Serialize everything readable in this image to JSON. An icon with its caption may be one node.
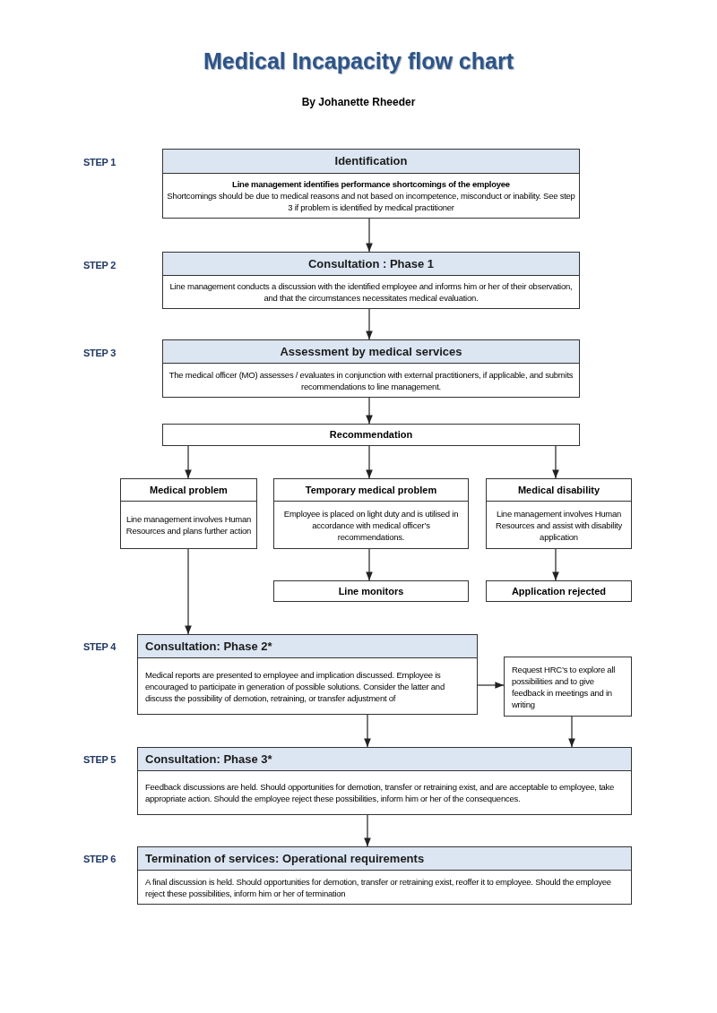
{
  "diagram": {
    "title": "Medical Incapacity flow chart",
    "nodes": [
      {
        "text": [
          "Identification",
          "Line management identifies performance shortcomings of the employee",
          "Shortcomings should be due to medical reasons and not based on incompetence, misconduct or inability.  See step 3 if problem is identified by medical practitioner"
        ]
      },
      {
        "text": [
          "Consultation : Phase 1",
          "Line management conducts a discussion with the identified employee and informs him or her of their observation, and that the circumstances necessitates medical evaluation."
        ]
      },
      {
        "text": [
          "Assessment  by medical services",
          "The medical officer (MO) assesses / evaluates in conjunction with external practitioners, if applicable, and submits recommendations to line management."
        ]
      },
      {
        "text": [
          "Recommendation"
        ]
      },
      {
        "text": [
          "Medical problem",
          "Line management involves Human Resources  and plans further action"
        ]
      },
      {
        "text": [
          "Temporary medical problem",
          "Employee is placed on light duty and is utilised in accordance with medical officer’s recommendations."
        ]
      },
      {
        "text": [
          "Medical disability",
          "Line management involves Human Resources and assist with disability application"
        ]
      },
      {
        "text": [
          "Line monitors"
        ]
      },
      {
        "text": [
          "Application rejected"
        ]
      },
      {
        "text": [
          "Consultation: Phase 2*",
          "Medical reports are presented to employee and implication discussed. Employee is encouraged to participate in generation of possible solutions. Consider the latter and discuss the possibility of demotion, retraining, or transfer adjustment of"
        ]
      },
      {
        "text": [
          "Request HRC’s to explore all possibilities and to give feedback in meetings and in writing"
        ]
      },
      {
        "text": [
          "Consultation: Phase 3*",
          "Feedback discussions are held. Should opportunities for demotion, transfer or retraining exist, and are acceptable to employee, take appropriate action. Should the employee reject these possibilities, inform him or her of the consequences."
        ]
      },
      {
        "text": [
          "Termination of services: Operational requirements",
          "A final discussion is held. Should opportunities for demotion, transfer or retraining exist, reoffer it to employee. Should the employee reject these possibilities, inform him or her of termination"
        ]
      }
    ],
    "edges": [
      {
        "from": 0,
        "to": 1,
        "arrow": "to"
      },
      {
        "from": 1,
        "to": 2,
        "arrow": "to"
      },
      {
        "from": 2,
        "to": 3,
        "arrow": "to"
      },
      {
        "from": 3,
        "to": 4,
        "arrow": "to"
      },
      {
        "from": 3,
        "to": 5,
        "arrow": "to"
      },
      {
        "from": 3,
        "to": 6,
        "arrow": "to"
      },
      {
        "from": 5,
        "to": 7,
        "arrow": "to"
      },
      {
        "from": 6,
        "to": 8,
        "arrow": "to"
      },
      {
        "from": 4,
        "to": 9,
        "arrow": "to"
      },
      {
        "from": 9,
        "to": 10,
        "arrow": "to"
      },
      {
        "from": 9,
        "to": 11,
        "arrow": "to"
      },
      {
        "from": 10,
        "to": 11,
        "arrow": "to"
      },
      {
        "from": 11,
        "to": 12,
        "arrow": "to"
      }
    ],
    "labels": [
      "By Johanette Rheeder",
      "STEP 1",
      "STEP 2",
      "STEP 3",
      "STEP 4",
      "STEP 5",
      "STEP 6"
    ]
  }
}
